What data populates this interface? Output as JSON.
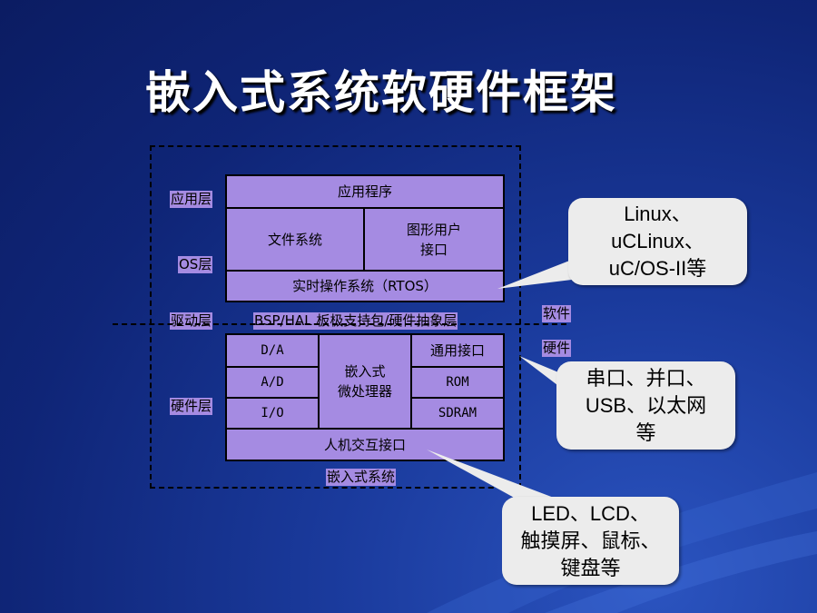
{
  "title": "嵌入式系统软硬件框架",
  "layers": {
    "app": "应用层",
    "os": "OS层",
    "driver": "驱动层",
    "hardware": "硬件层"
  },
  "blocks": {
    "app_program": "应用程序",
    "file_system": "文件系统",
    "gui": "图形用户\n接口",
    "rtos": "实时操作系统（RTOS）",
    "bsp": "BSP/HAL 板极支持包/硬件抽象层",
    "da": "D/A",
    "ad": "A/D",
    "io": "I/O",
    "cpu": "嵌入式\n微处理器",
    "gp_interface": "通用接口",
    "rom": "ROM",
    "sdram": "SDRAM",
    "hmi": "人机交互接口",
    "system": "嵌入式系统"
  },
  "side_labels": {
    "software": "软件",
    "hardware": "硬件"
  },
  "callouts": {
    "os": "Linux、\nuCLinux、\nuC/OS-II等",
    "interfaces": "串口、并口、\nUSB、以太网\n等",
    "hmi": "LED、LCD、\n触摸屏、鼠标、\n键盘等"
  },
  "colors": {
    "block_fill": "#a58be2",
    "callout_fill": "#ececec",
    "background": "#0f2577"
  }
}
